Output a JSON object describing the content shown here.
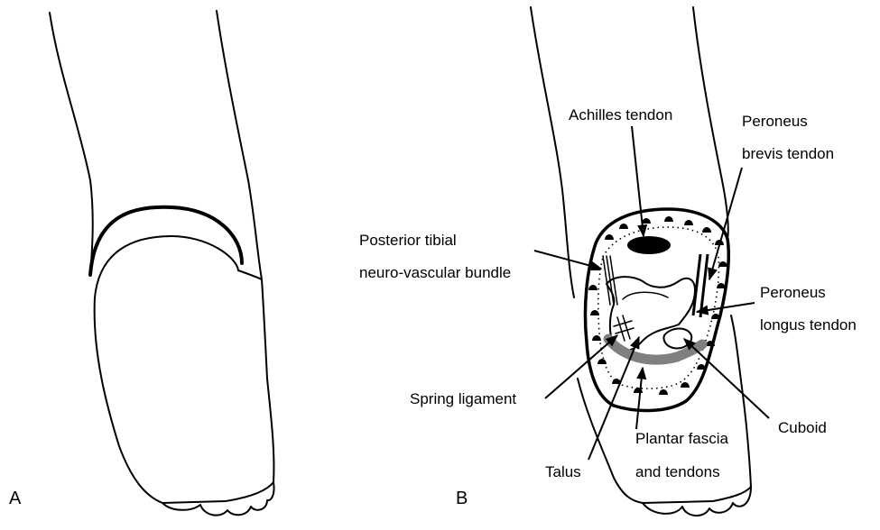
{
  "panels": {
    "a": "A",
    "b": "B"
  },
  "labels": {
    "achilles": "Achilles tendon",
    "peroneus_brevis_1": "Peroneus",
    "peroneus_brevis_2": "brevis tendon",
    "posterior_tibial_1": "Posterior tibial",
    "posterior_tibial_2": "neuro-vascular bundle",
    "peroneus_longus_1": "Peroneus",
    "peroneus_longus_2": "longus tendon",
    "spring_ligament": "Spring ligament",
    "cuboid": "Cuboid",
    "talus": "Talus",
    "plantar_1": "Plantar fascia",
    "plantar_2": "and tendons"
  },
  "colors": {
    "ink": "#000000",
    "ligament": "#808080",
    "background": "#ffffff"
  }
}
